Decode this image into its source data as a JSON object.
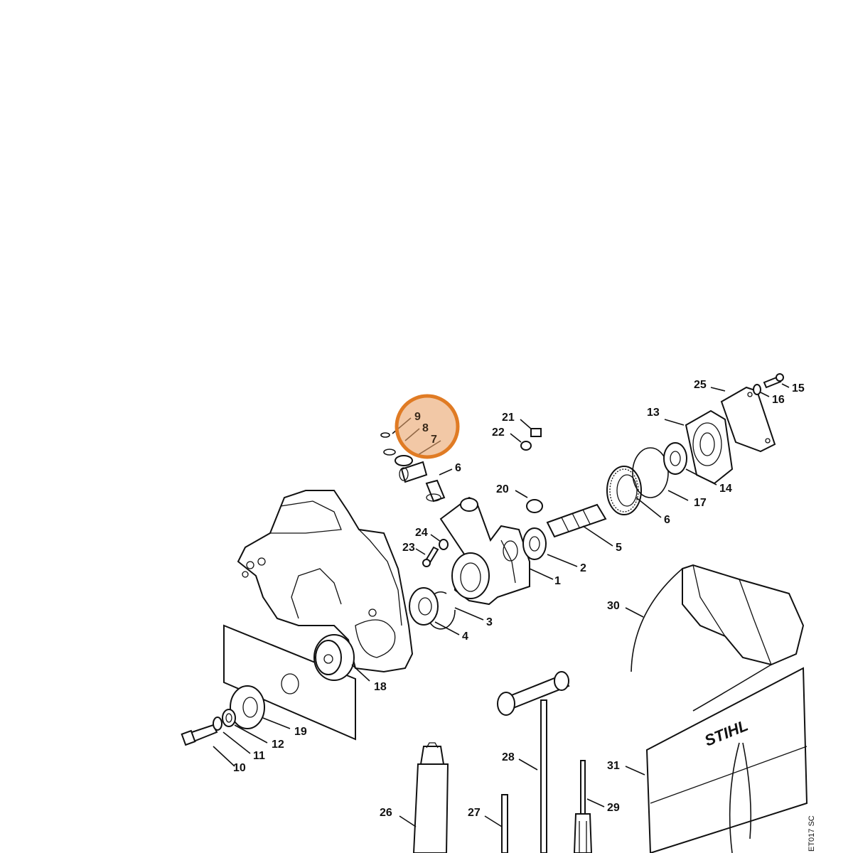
{
  "diagram": {
    "part_labels": {
      "p1": "1",
      "p2": "2",
      "p3": "3",
      "p4": "4",
      "p5": "5",
      "p6a": "6",
      "p6b": "6",
      "p7": "7",
      "p8": "8",
      "p9": "9",
      "p10": "10",
      "p11": "11",
      "p12": "12",
      "p13": "13",
      "p14": "14",
      "p15": "15",
      "p16": "16",
      "p17": "17",
      "p18": "18",
      "p19": "19",
      "p20": "20",
      "p21": "21",
      "p22": "22",
      "p23": "23",
      "p24": "24",
      "p25": "25",
      "p26": "26",
      "p27": "27",
      "p28": "28",
      "p29": "29",
      "p30": "30",
      "p31": "31"
    },
    "brand_on_case": "STIHL",
    "drawing_code": "ET017 SC",
    "highlight": {
      "parts": [
        "9",
        "8",
        "7"
      ],
      "color": "#e07b24"
    }
  }
}
